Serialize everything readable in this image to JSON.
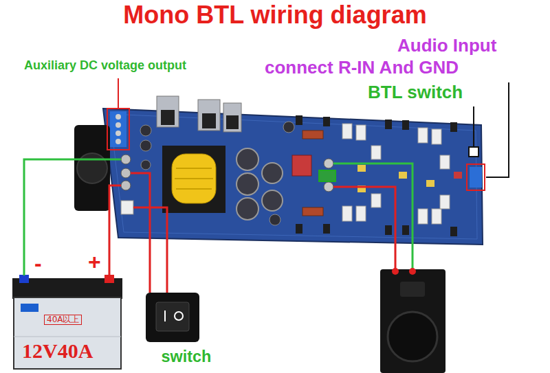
{
  "diagram": {
    "title": "Mono BTL wiring diagram",
    "nodes": [
      {
        "text": [
          "40A以上",
          "12V40A"
        ]
      },
      {
        "text": [
          "switch"
        ]
      }
    ],
    "labels": [
      "Auxiliary DC voltage output",
      "Audio Input",
      "connect R-IN And GND",
      "BTL switch",
      "-",
      "+"
    ]
  }
}
